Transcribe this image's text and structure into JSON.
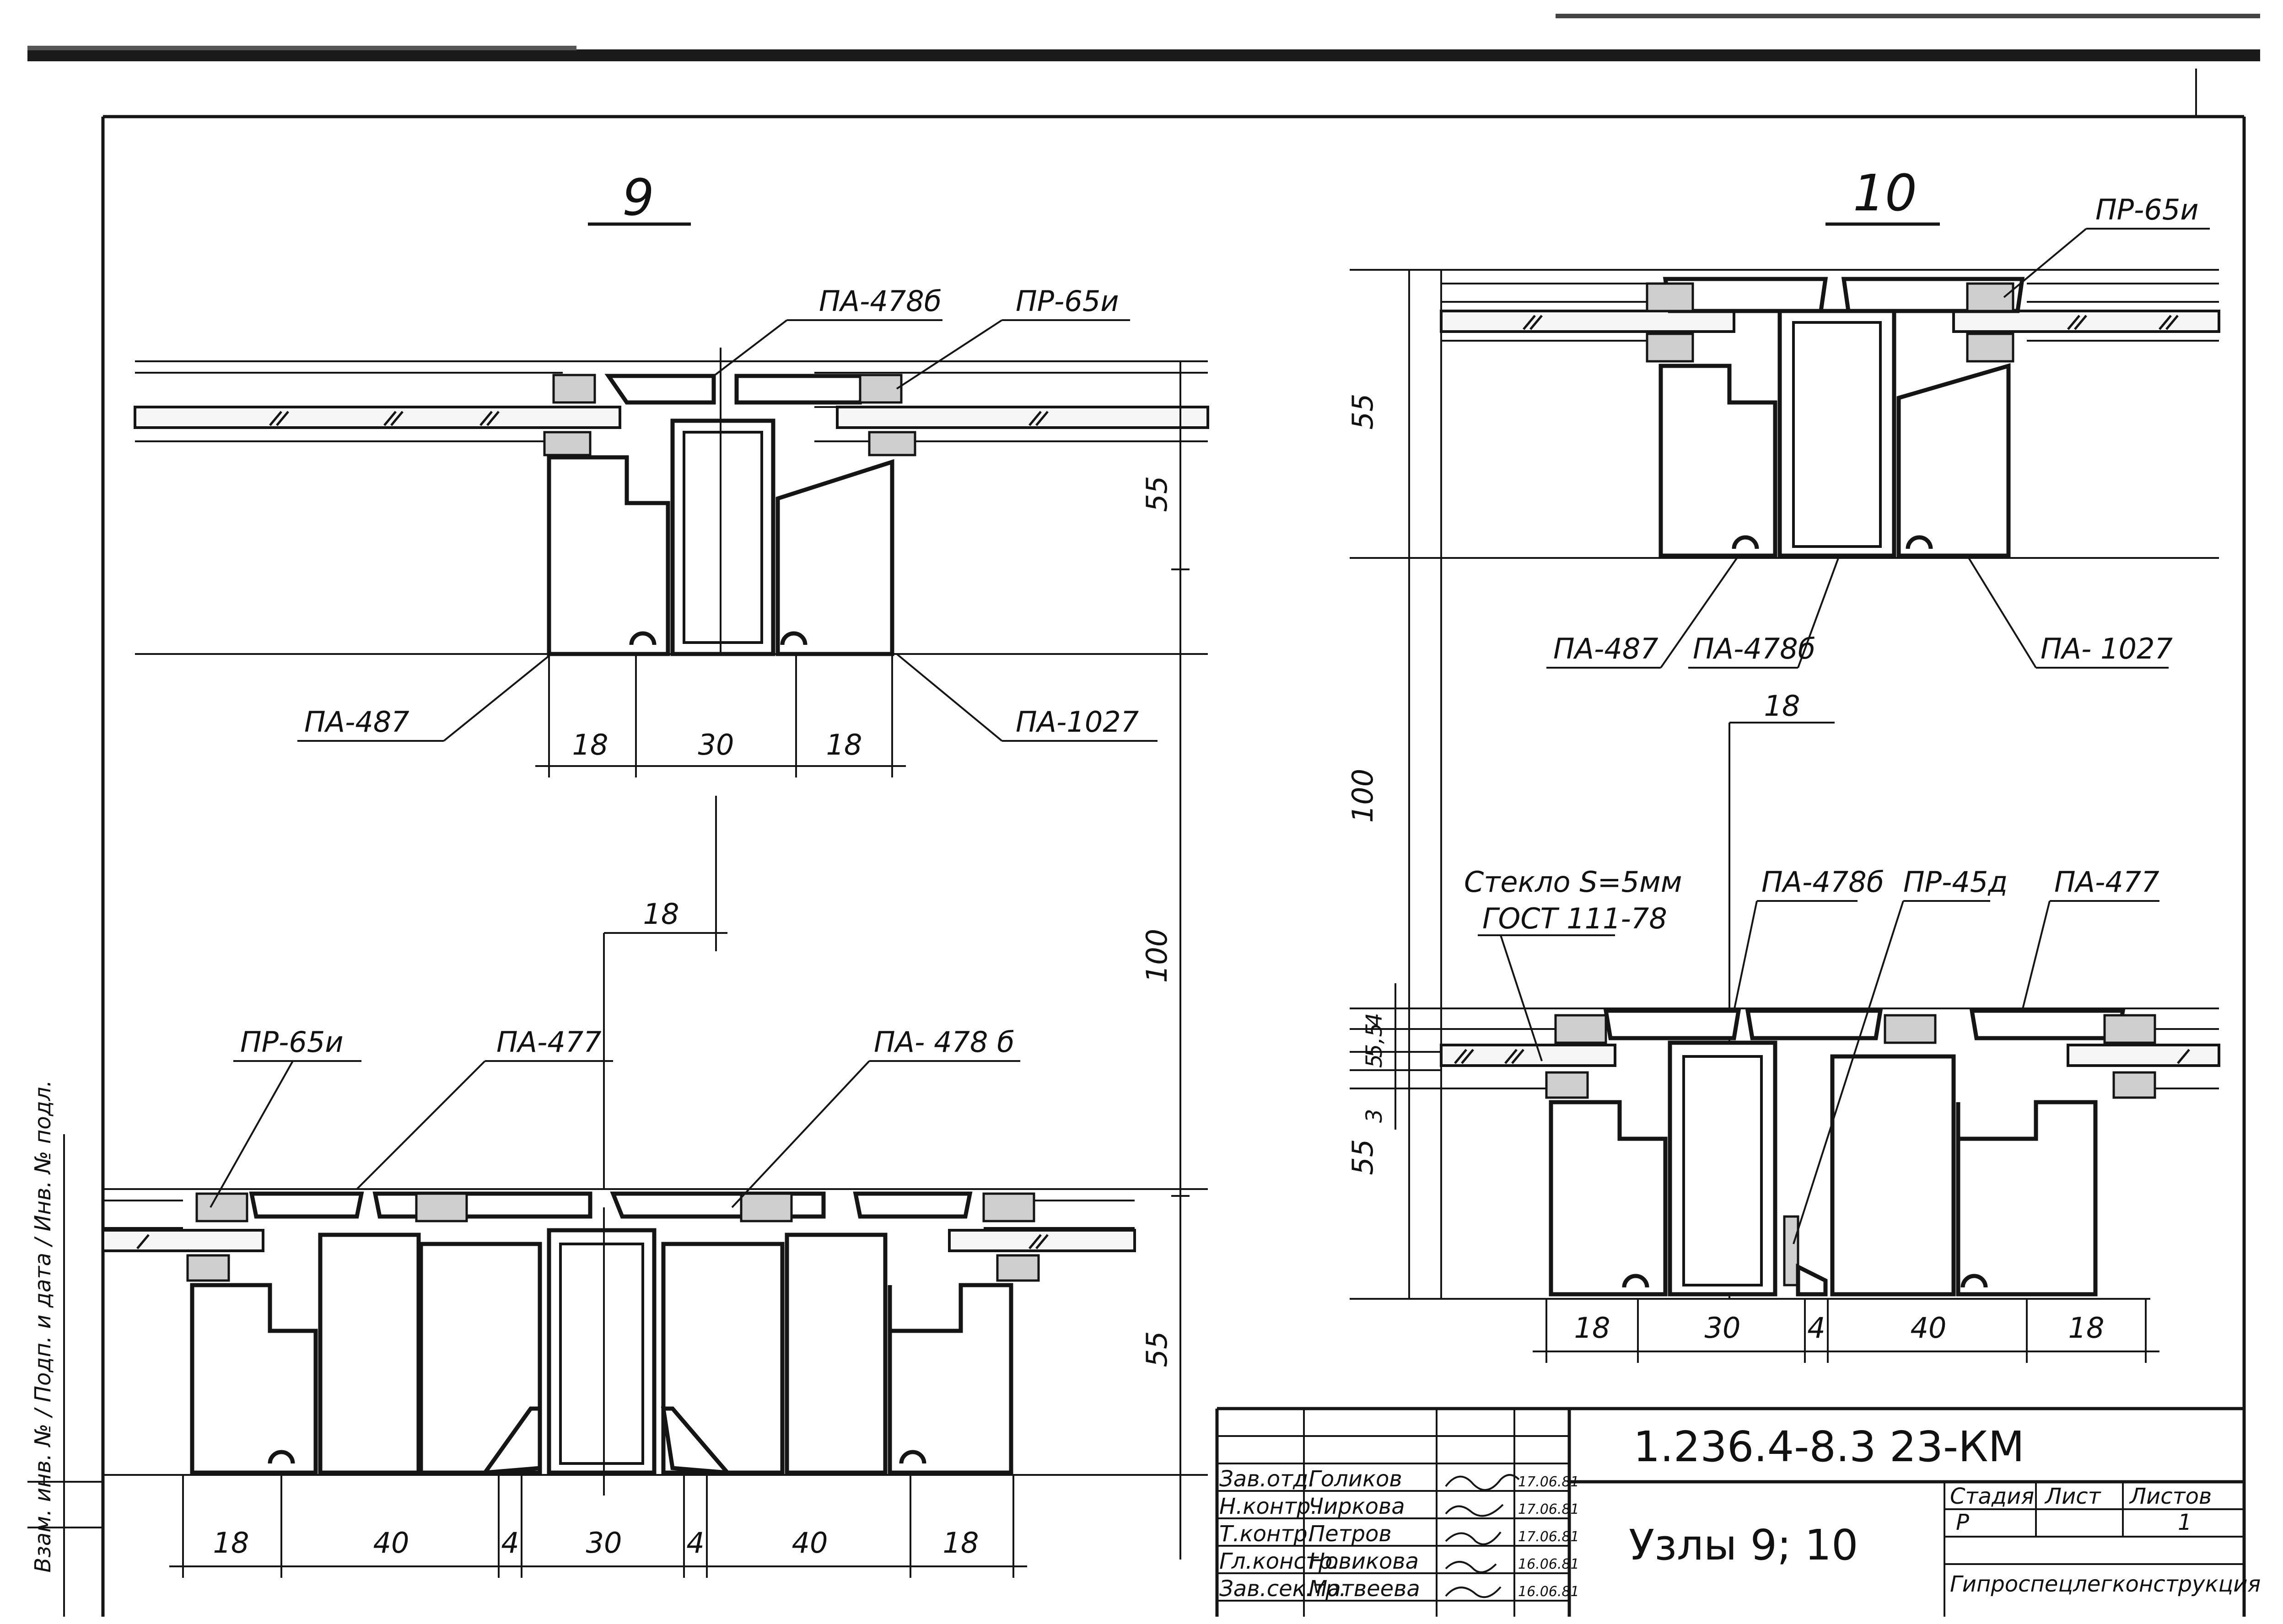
{
  "drawing": {
    "code": "1.236.4-8.3 23-КМ",
    "sheet_title": "Узлы 9; 10",
    "organization": "Гипроспецлегконструкция",
    "stage_header": "Стадия",
    "sheet_header": "Лист",
    "sheets_header": "Листов",
    "stage": "Р",
    "sheets": "1",
    "side_stamp": "Взам. инв. № / Подп. и дата / Инв. № подл."
  },
  "node9": {
    "title": "9",
    "labels": {
      "top_pa478b": "ПА-478б",
      "top_pr65i": "ПР-65и",
      "top_pa487": "ПА-487",
      "top_pa1027": "ПА-1027",
      "bottom_pr65i": "ПР-65и",
      "bottom_pa477": "ПА-477",
      "bottom_pa478b": "ПА- 478 б"
    },
    "dims": {
      "top_left": "18",
      "top_mid": "30",
      "top_right": "18",
      "offset": "18",
      "right_55_top": "55",
      "right_100": "100",
      "right_55_bottom": "55",
      "bottom": [
        "18",
        "40",
        "4",
        "30",
        "4",
        "40",
        "18"
      ]
    }
  },
  "node10": {
    "title": "10",
    "labels": {
      "top_pr65i": "ПР-65и",
      "top_pa487": "ПА-487",
      "top_pa478b": "ПА-478б",
      "top_pa1027": "ПА- 1027",
      "glass_line1": "Стекло S=5мм",
      "glass_line2": "ГОСТ 111-78",
      "bottom_pa478b": "ПА-478б",
      "bottom_pr45d": "ПР-45д",
      "bottom_pa477": "ПА-477"
    },
    "dims": {
      "left_55_top": "55",
      "left_100": "100",
      "left_55_bottom": "55",
      "offset": "18",
      "small_4": "4",
      "small_5_5": "5,5",
      "small_5": "5",
      "small_3": "3",
      "bottom": [
        "18",
        "30",
        "4",
        "40",
        "18"
      ]
    }
  },
  "title_block": {
    "rows": [
      {
        "role": "Зав.отд.",
        "name": "Голиков",
        "date": "17.06.81"
      },
      {
        "role": "Н.контр.",
        "name": "Чиркова",
        "date": "17.06.81"
      },
      {
        "role": "Т.контр.",
        "name": "Петров",
        "date": "17.06.81"
      },
      {
        "role": "Гл.констр.",
        "name": "Новикова",
        "date": "16.06.81"
      },
      {
        "role": "Зав.сек.тр.",
        "name": "Матвеева",
        "date": "16.06.81"
      }
    ]
  }
}
